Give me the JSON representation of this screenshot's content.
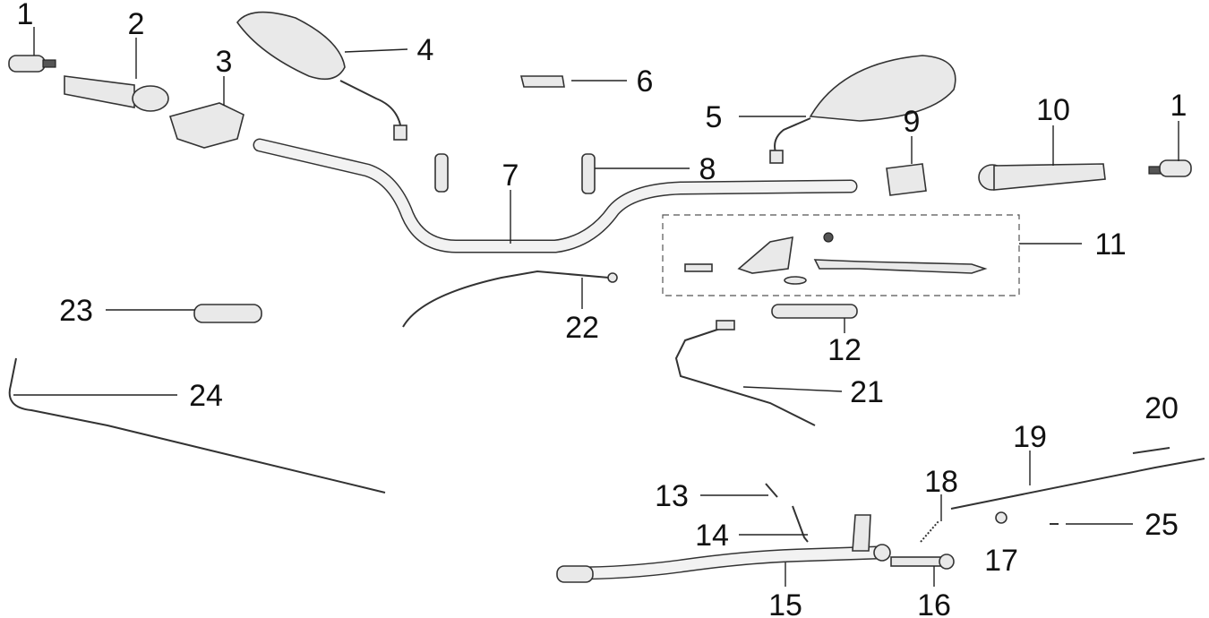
{
  "diagram": {
    "callouts": [
      "1",
      "2",
      "3",
      "4",
      "5",
      "6",
      "7",
      "8",
      "9",
      "10",
      "1",
      "11",
      "12",
      "13",
      "14",
      "15",
      "16",
      "17",
      "18",
      "19",
      "20",
      "21",
      "22",
      "23",
      "24",
      "25"
    ]
  }
}
